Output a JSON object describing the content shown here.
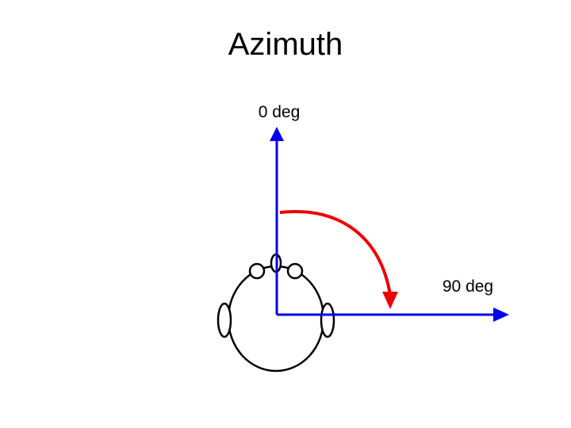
{
  "slide": {
    "title": "Azimuth"
  },
  "diagram": {
    "label_zero": "0 deg",
    "label_ninety": "90 deg",
    "axis_color": "#0000ee",
    "arc_color": "#ee0000",
    "head_color": "#000000"
  }
}
